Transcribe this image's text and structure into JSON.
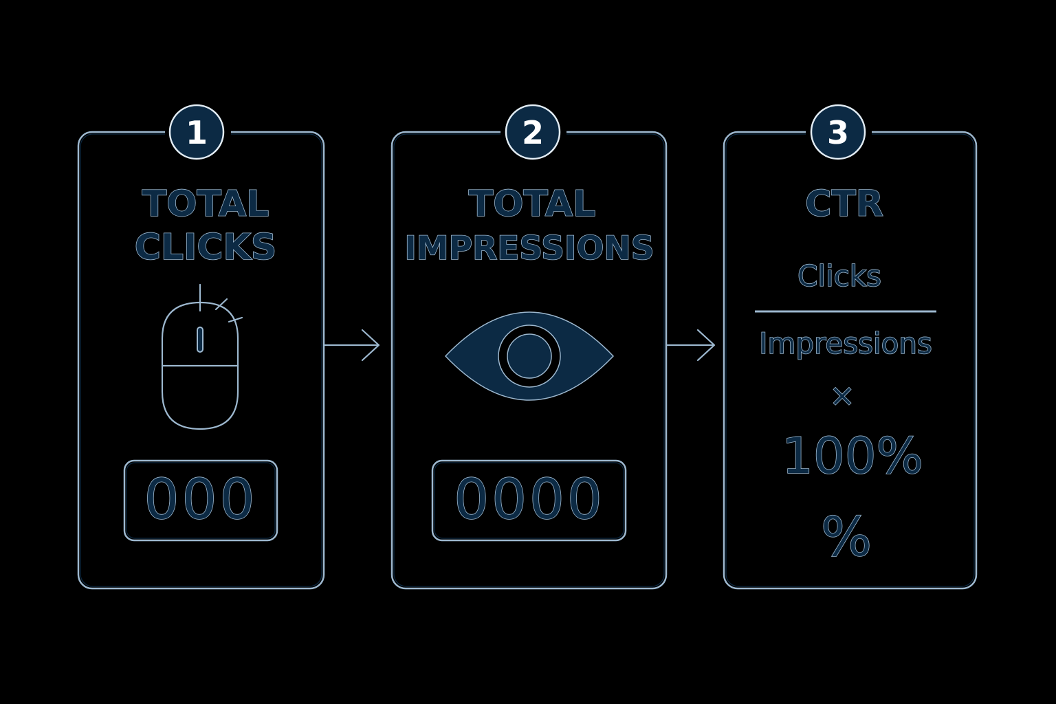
{
  "steps": [
    {
      "number": "1",
      "title_line1": "TOTAL",
      "title_line2": "CLICKS",
      "icon": "mouse-icon",
      "counter": "000"
    },
    {
      "number": "2",
      "title_line1": "TOTAL",
      "title_line2": "IMPRESSIONS",
      "icon": "eye-icon",
      "counter": "0000"
    },
    {
      "number": "3",
      "title": "CTR",
      "numerator": "Clicks",
      "denominator": "Impressions",
      "times": "×",
      "multiplier": "100%",
      "result": "%"
    }
  ],
  "colors": {
    "background": "#000000",
    "navy": "#0c2a44",
    "outline": "#9db8cf"
  }
}
